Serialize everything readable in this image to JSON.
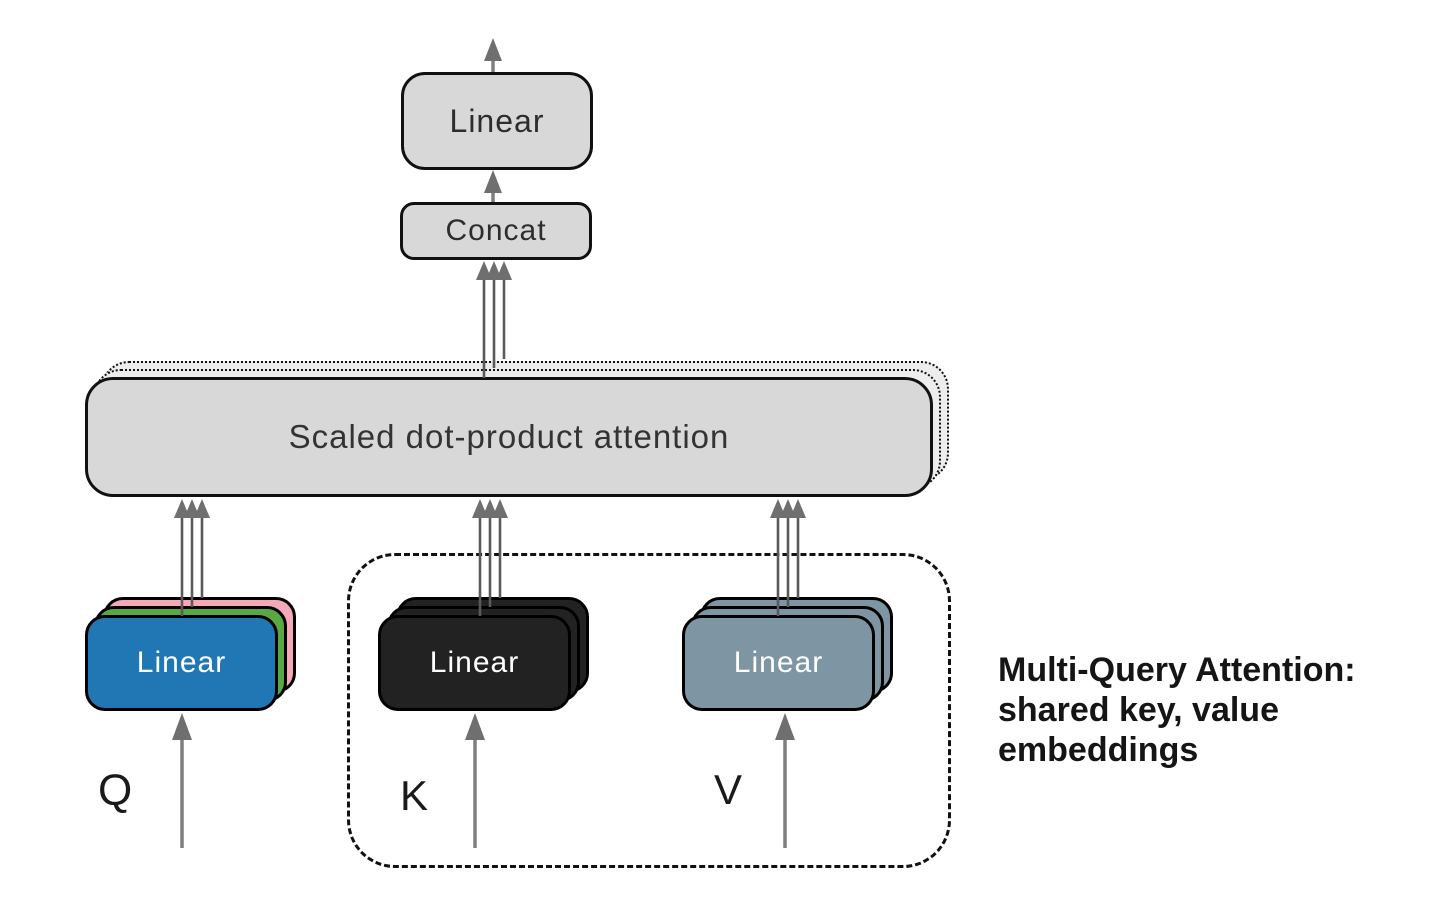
{
  "diagram": {
    "output_linear": {
      "label": "Linear"
    },
    "concat": {
      "label": "Concat"
    },
    "attention": {
      "label": "Scaled dot-product attention"
    },
    "query_stack": {
      "label": "Linear",
      "input_label": "Q"
    },
    "key_stack": {
      "label": "Linear",
      "input_label": "K"
    },
    "value_stack": {
      "label": "Linear",
      "input_label": "V"
    },
    "caption": {
      "lines": [
        "Multi-Query Attention:",
        "shared key, value",
        "embeddings"
      ]
    }
  },
  "colors": {
    "box_fill": "#d8d8d8",
    "ghost_fill": "#ededed",
    "outline": "#111111",
    "box_text": "#2d2d2d",
    "stack_text": "#ffffff",
    "label_text": "#1a1a1a",
    "query_front": "#2077b4",
    "query_middle": "#5aa843",
    "query_back": "#f5a8b8",
    "key_fill": "#222222",
    "value_fill": "#7e95a4",
    "connector": "#5a5a5a",
    "arrow": "#6f6f6f",
    "arrow_input": "#7f7f7f"
  }
}
